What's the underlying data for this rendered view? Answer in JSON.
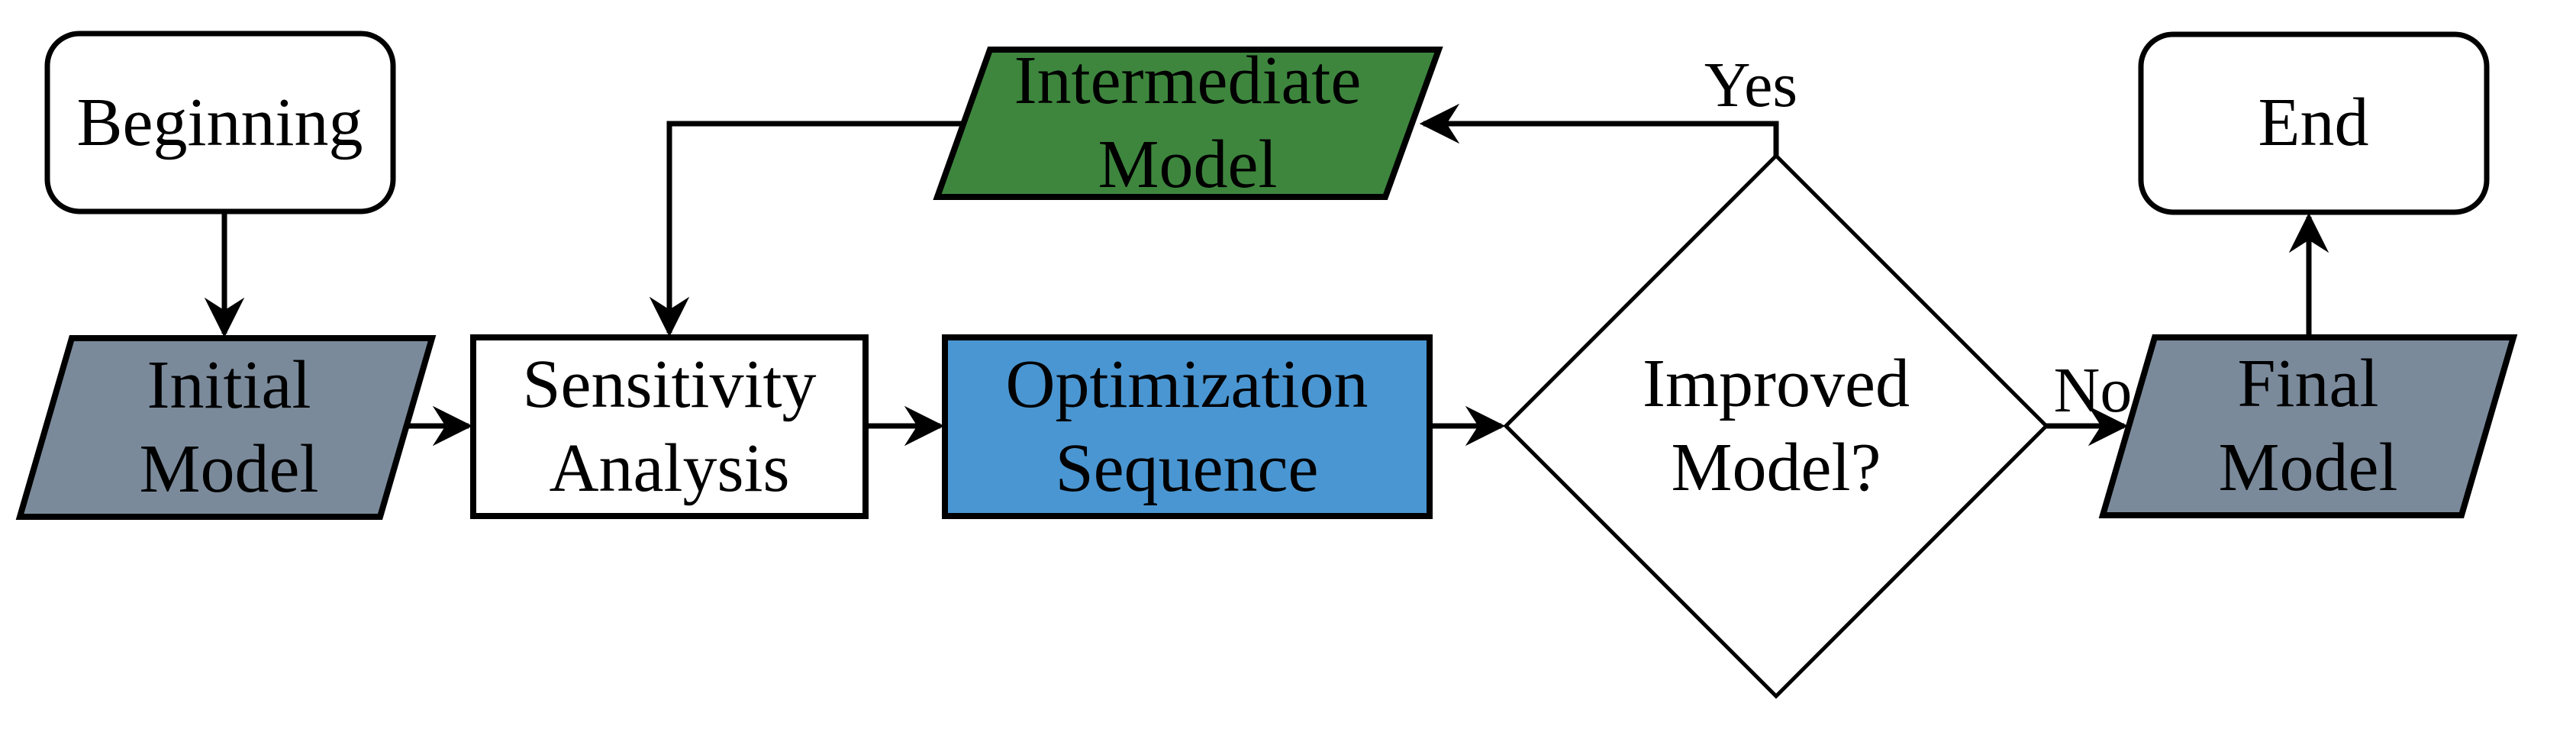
{
  "diagram": {
    "type": "flowchart",
    "background": "#ffffff",
    "colors": {
      "stroke": "#000000",
      "text": "#000000",
      "terminal_fill": "#ffffff",
      "process_fill_white": "#ffffff",
      "process_fill_blue": "#4A96D2",
      "model_fill_gray": "#7A8A9B",
      "model_fill_green": "#3E863E"
    },
    "nodes": {
      "beginning": {
        "label": "Beginning",
        "shape": "rounded-rectangle",
        "fill": "#ffffff"
      },
      "initial_model": {
        "label": "Initial\nModel",
        "shape": "parallelogram",
        "fill": "#7A8A9B"
      },
      "sensitivity_analysis": {
        "label": "Sensitivity\nAnalysis",
        "shape": "rectangle",
        "fill": "#ffffff"
      },
      "optimization_sequence": {
        "label": "Optimization\nSequence",
        "shape": "rectangle",
        "fill": "#4A96D2"
      },
      "improved_model": {
        "label": "Improved\nModel?",
        "shape": "diamond",
        "fill": "#ffffff"
      },
      "intermediate_model": {
        "label": "Intermediate\nModel",
        "shape": "parallelogram",
        "fill": "#3E863E"
      },
      "final_model": {
        "label": "Final\nModel",
        "shape": "parallelogram",
        "fill": "#7A8A9B"
      },
      "end": {
        "label": "End",
        "shape": "rounded-rectangle",
        "fill": "#ffffff"
      }
    },
    "edge_labels": {
      "yes": "Yes",
      "no": "No"
    },
    "edges": [
      {
        "from": "beginning",
        "to": "initial_model",
        "label": ""
      },
      {
        "from": "initial_model",
        "to": "sensitivity_analysis",
        "label": ""
      },
      {
        "from": "sensitivity_analysis",
        "to": "optimization_sequence",
        "label": ""
      },
      {
        "from": "optimization_sequence",
        "to": "improved_model",
        "label": ""
      },
      {
        "from": "improved_model",
        "to": "intermediate_model",
        "label": "Yes"
      },
      {
        "from": "intermediate_model",
        "to": "sensitivity_analysis",
        "label": ""
      },
      {
        "from": "improved_model",
        "to": "final_model",
        "label": "No"
      },
      {
        "from": "final_model",
        "to": "end",
        "label": ""
      }
    ]
  }
}
